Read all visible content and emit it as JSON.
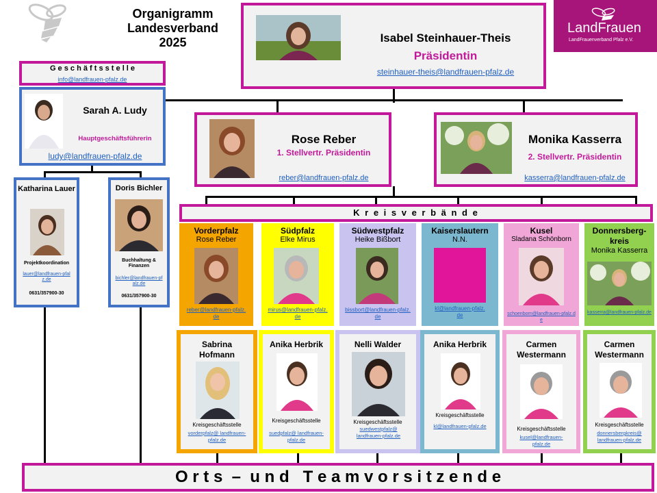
{
  "title": {
    "line1": "Organigramm",
    "line2": "Landesverband",
    "line3": "2025"
  },
  "logo": {
    "text_land": "Land",
    "text_frauen": "Frauen",
    "sub": "LandFrauenverband Pfalz e.V.",
    "bg": "#a8157a"
  },
  "colors": {
    "magenta": "#c2189a",
    "blue": "#4472c4",
    "vorderpfalz": "#f5a500",
    "suedpfalz": "#ffff00",
    "suedwestpfalz": "#c9c3f0",
    "kaiserslautern": "#7bb8cf",
    "kusel": "#f0a7d8",
    "donnersberg": "#92d050"
  },
  "president": {
    "name": "Isabel Steinhauer-Theis",
    "role": "Präsidentin",
    "email": "steinhauer-theis@landfrauen-pfalz.de"
  },
  "office": {
    "label": "G e s c h ä f t s s t e l l e",
    "email": "info@landfrauen-pfalz.de"
  },
  "manager": {
    "name": "Sarah A. Ludy",
    "role": "Hauptgeschäftsführerin",
    "email": "ludy@landfrauen-pfalz.de"
  },
  "vp1": {
    "name": "Rose Reber",
    "role": "1. Stellvertr. Präsidentin",
    "email": "reber@landfrauen-pfalz.de"
  },
  "vp2": {
    "name": "Monika Kasserra",
    "role": "2. Stellvertr. Präsidentin",
    "email": "kasserra@landfrauen-pfalz.de"
  },
  "staff": [
    {
      "name": "Katharina Lauer",
      "role": "Projektkoordination",
      "email": "lauer@landfrauen-pfalz.de",
      "phone": "0631/357900-30"
    },
    {
      "name": "Doris Bichler",
      "role": "Buchhaltung & Finanzen",
      "email": "bichler@landfrauen-pfalz.de",
      "phone": "0631/357900-30"
    }
  ],
  "kreis_label": "K r e i s v e r b ä n d e",
  "districts": [
    {
      "region": "Vorderpfalz",
      "chair": "Rose Reber",
      "email": "reber@landfrauen-pfalz.de",
      "office_name": "Sabrina Hofmann",
      "office_role": "Kreisgeschäftsstelle",
      "office_email": "vorderpfalz@ landfrauen-pfalz.de"
    },
    {
      "region": "Südpfalz",
      "chair": "Elke Mirus",
      "email": "mirus@landfrauen-pfalz.de",
      "office_name": "Anika Herbrik",
      "office_role": "Kreisgeschäftsstelle",
      "office_email": "suedpfalz@ landfrauen-pfalz.de"
    },
    {
      "region": "Südwestpfalz",
      "chair": "Heike Bißbort",
      "email": "bissbort@landfrauen-pfalz.de",
      "office_name": "Nelli Walder",
      "office_role": "Kreisgeschäftsstelle",
      "office_email": "suedwestpfalz@ landfrauen-pfalz.de"
    },
    {
      "region": "Kaiserslautern",
      "chair": "N.N.",
      "email": "kl@landfrauen-pfalz.de",
      "office_name": "Anika Herbrik",
      "office_role": "Kreisgeschäftsstelle",
      "office_email": "kl@landfrauen-pfalz.de"
    },
    {
      "region": "Kusel",
      "chair": "Sladana Schönborn",
      "email": "schoenborn@landfrauen-pfalz.de",
      "office_name": "Carmen Westermann",
      "office_role": "Kreisgeschäftsstelle",
      "office_email": "kusel@landfrauen-pfalz.de"
    },
    {
      "region": "Donnersberg-kreis",
      "chair": "Monika Kasserra",
      "email": "kasserra@landfrauen-pfalz.de",
      "office_name": "Carmen Westermann",
      "office_role": "Kreisgeschäftsstelle",
      "office_email": "donnersbergkreis@ landfrauen-pfalz.de"
    }
  ],
  "footer": "O r t s  –  u n d   T e a m v o r s i t z e n d e"
}
